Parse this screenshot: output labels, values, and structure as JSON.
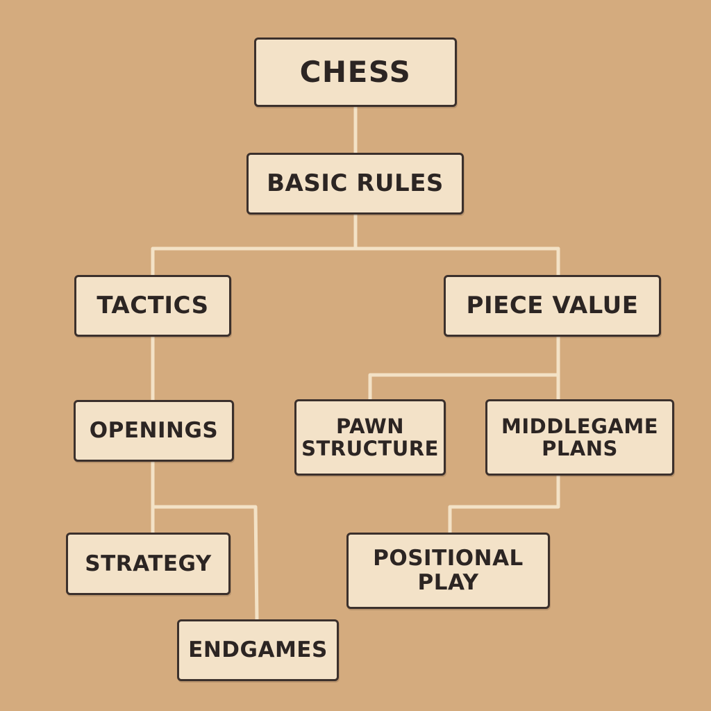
{
  "diagram": {
    "nodes": {
      "chess": "CHESS",
      "basic_rules": "BASIC RULES",
      "tactics": "TACTICS",
      "piece_value": "PIECE VALUE",
      "openings": "OPENINGS",
      "pawn_structure": "PAWN\nSTRUCTURE",
      "middlegame_plans": "MIDDLEGAME\nPLANS",
      "strategy": "STRATEGY",
      "positional_play": "POSITIONAL\nPLAY",
      "endgames": "ENDGAMES"
    },
    "edges": [
      [
        "chess",
        "basic_rules"
      ],
      [
        "basic_rules",
        "tactics"
      ],
      [
        "basic_rules",
        "piece_value"
      ],
      [
        "tactics",
        "openings"
      ],
      [
        "openings",
        "strategy"
      ],
      [
        "openings",
        "endgames"
      ],
      [
        "piece_value",
        "pawn_structure"
      ],
      [
        "piece_value",
        "middlegame_plans"
      ],
      [
        "middlegame_plans",
        "positional_play"
      ]
    ],
    "colors": {
      "background": "#d4ab7e",
      "node_fill": "#f3e2c8",
      "node_border": "#3b302c",
      "connector": "#f3e2c6",
      "text": "#2c2523"
    }
  }
}
